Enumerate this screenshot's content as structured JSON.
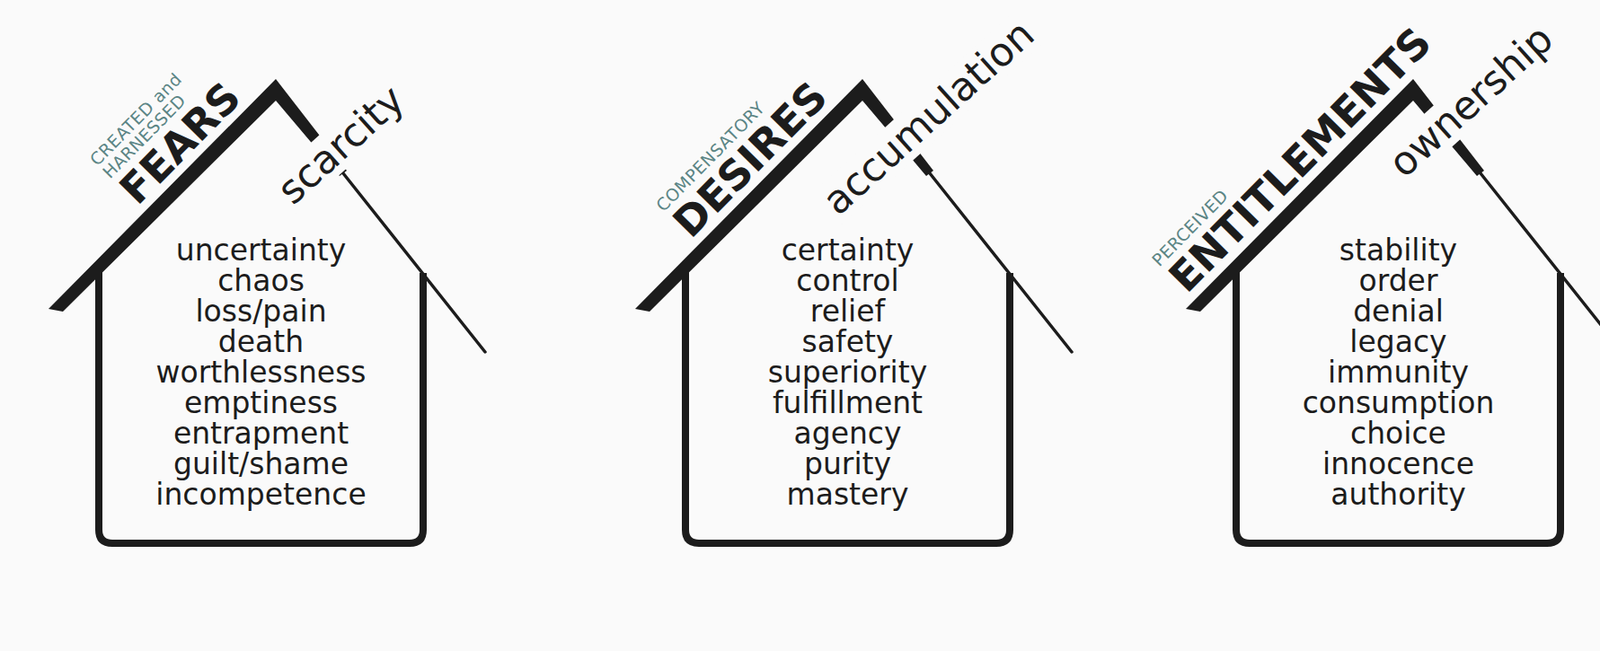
{
  "diagram": {
    "nodes": [
      {
        "text": [
          "CREATED and HARNESSED",
          "FEARS",
          "scarcity",
          "uncertainty chaos loss/pain death worthlessness emptiness entrapment guilt/shame incompetence"
        ]
      },
      {
        "text": [
          "COMPENSATORY",
          "DESIRES",
          "accumulation",
          "certainty control relief safety superiority fulfillment agency purity mastery"
        ]
      },
      {
        "text": [
          "PERCEIVED",
          "ENTITLEMENTS",
          "ownership",
          "stability order denial legacy immunity consumption choice innocence authority"
        ]
      }
    ]
  }
}
